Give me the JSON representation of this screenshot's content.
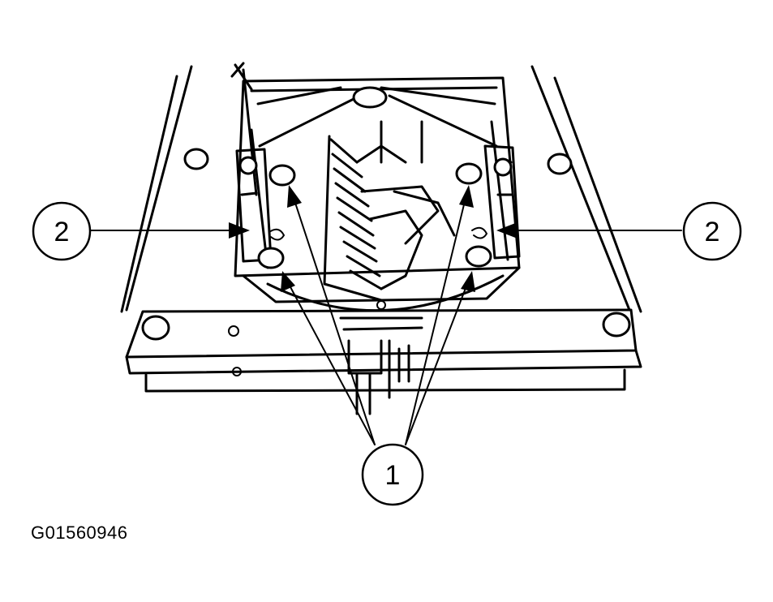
{
  "figure": {
    "code": "G01560946",
    "callouts": [
      {
        "id": "left-2",
        "label": "2"
      },
      {
        "id": "right-2",
        "label": "2"
      },
      {
        "id": "bottom-1",
        "label": "1"
      }
    ]
  },
  "colors": {
    "ink": "#000000",
    "paper": "#ffffff"
  }
}
